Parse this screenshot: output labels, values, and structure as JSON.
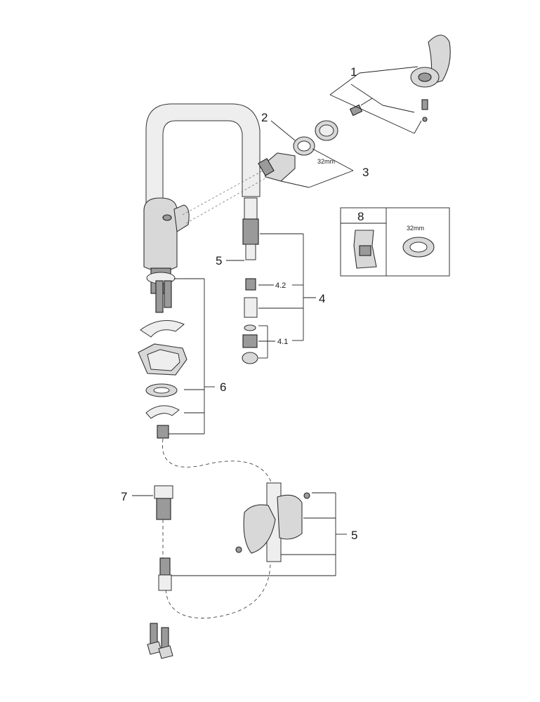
{
  "callouts": {
    "c1": "1",
    "c2": "2",
    "c3": "3",
    "c4": "4",
    "c4_1": "4.1",
    "c4_2": "4.2",
    "c5_upper": "5",
    "c5_lower": "5",
    "c6": "6",
    "c7": "7",
    "c8": "8"
  },
  "dimensions": {
    "cartridge_nut": "32mm",
    "inset_nut": "32mm"
  },
  "colors": {
    "line": "#222222",
    "part_fill": "#d8d8d8",
    "part_dark": "#9a9a9a"
  }
}
